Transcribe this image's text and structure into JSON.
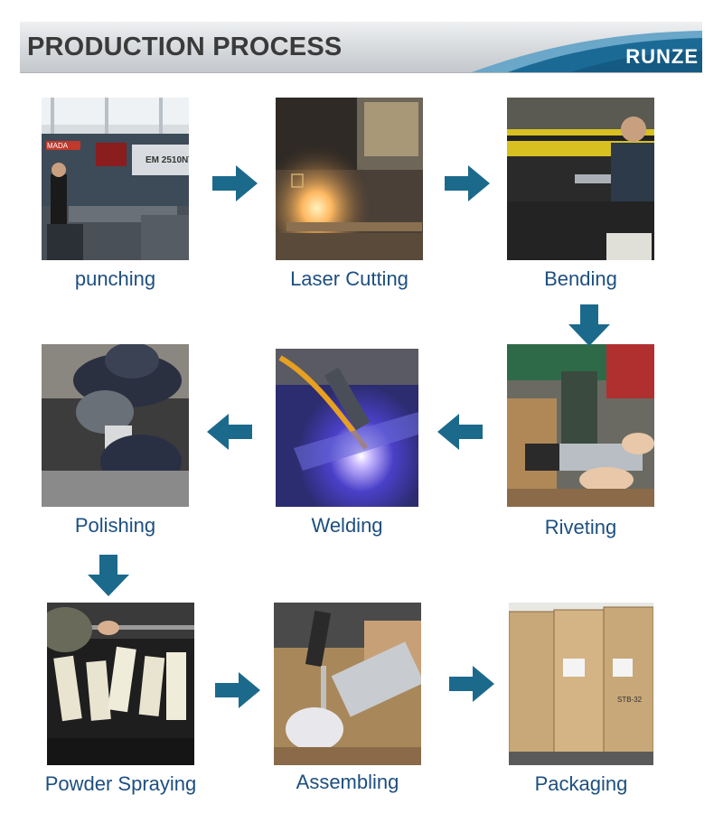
{
  "header": {
    "title": "PRODUCTION PROCESS",
    "brand": "RUNZE"
  },
  "steps": [
    {
      "label": "punching"
    },
    {
      "label": "Laser Cutting"
    },
    {
      "label": "Bending"
    },
    {
      "label": "Riveting"
    },
    {
      "label": "Welding"
    },
    {
      "label": "Polishing"
    },
    {
      "label": "Powder Spraying"
    },
    {
      "label": "Assembling"
    },
    {
      "label": "Packaging"
    }
  ],
  "photo_text": {
    "punching_brand": "MADA",
    "punching_model": "EM 2510NT",
    "packaging_model": "STB-32"
  },
  "colors": {
    "label": "#1d4f80",
    "arrow": "#1b6a8c",
    "brand_swoosh": "#1b6a96",
    "header_bg": "#d4d7da"
  }
}
